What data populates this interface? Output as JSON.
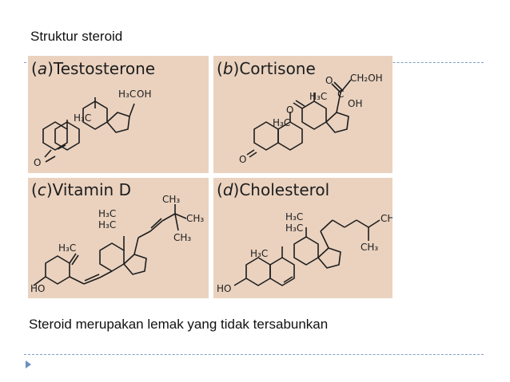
{
  "slide": {
    "title": "Struktur steroid",
    "caption": "Steroid merupakan lemak yang tidak tersabunkan"
  },
  "panels": [
    {
      "letter": "a",
      "name": "Testosterone"
    },
    {
      "letter": "b",
      "name": "Cortisone"
    },
    {
      "letter": "c",
      "name": "Vitamin D"
    },
    {
      "letter": "d",
      "name": "Cholesterol"
    }
  ],
  "labels": {
    "h3c": "H₃C",
    "ch3": "CH₃",
    "oh": "OH",
    "o": "O",
    "ho": "HO",
    "c": "C",
    "ch2oh": "CH₂OH"
  },
  "colors": {
    "figure_bg": "#ead2bf",
    "dash": "#7f9fc4",
    "bullet": "#6b8fbf"
  }
}
